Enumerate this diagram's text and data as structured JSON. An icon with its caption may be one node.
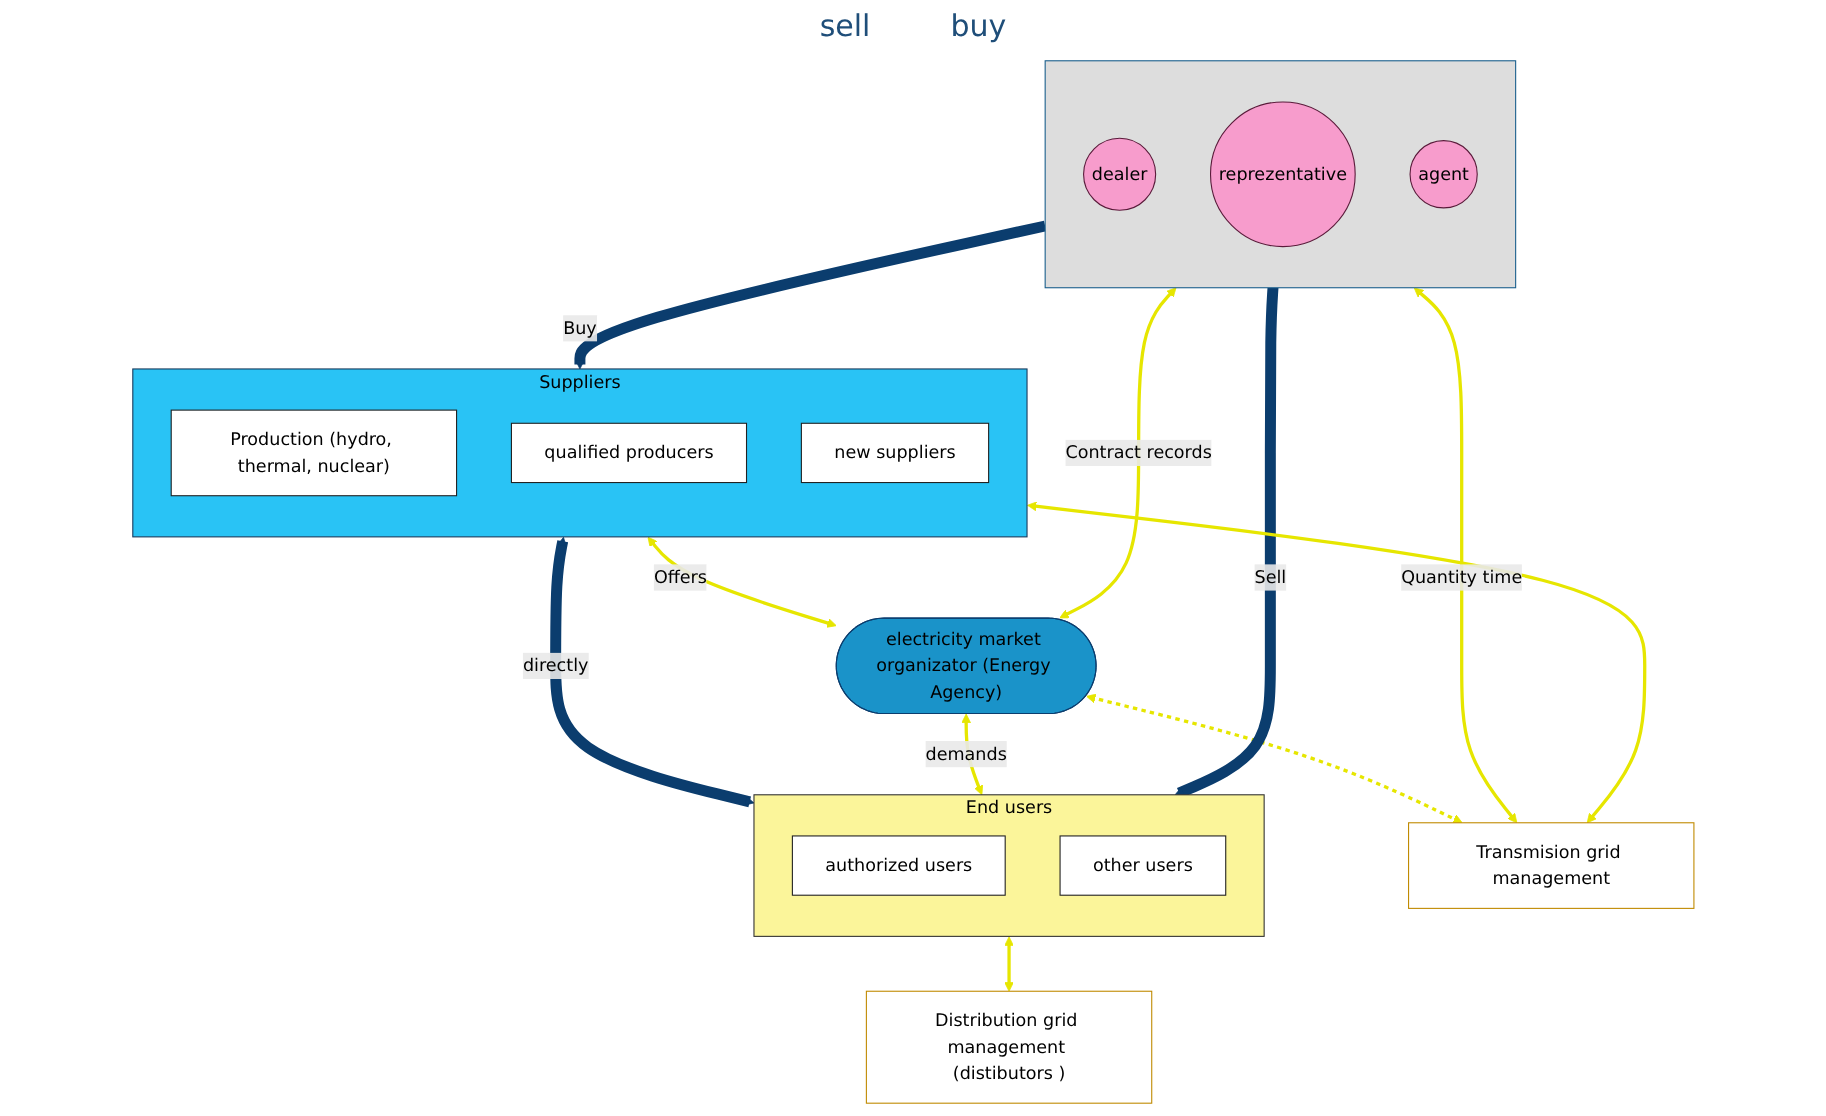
{
  "diagram": {
    "nodes": [
      {
        "text": [
          "Suppliers"
        ]
      },
      {
        "text": [
          "Production (hydro, thermal, nuclear)"
        ],
        "in": 0
      },
      {
        "text": [
          "qualified producers"
        ],
        "in": 0
      },
      {
        "text": [
          "new suppliers"
        ],
        "in": 0
      },
      {
        "text": [
          "End users"
        ]
      },
      {
        "text": [
          "authorized users"
        ],
        "in": 4
      },
      {
        "text": [
          "other users"
        ],
        "in": 4
      },
      {
        "text": [
          "electricity market organizator (Energy Agency)"
        ]
      },
      {
        "text": [],
        "shape": "box"
      },
      {
        "text": [
          "dealer"
        ],
        "in": 8
      },
      {
        "text": [
          "reprezentative"
        ],
        "in": 8
      },
      {
        "text": [
          "agent"
        ],
        "in": 8
      },
      {
        "text": [
          "Transmision grid management"
        ]
      },
      {
        "text": [
          "Distribution grid management (distibutors )"
        ]
      }
    ],
    "edges": [
      {
        "from": 0,
        "to": 4,
        "arrow": "both",
        "label": "directly",
        "style": "thick",
        "color": "#0b3d6e"
      },
      {
        "from": 0,
        "to": 7,
        "arrow": "both",
        "label": "Offers"
      },
      {
        "from": 7,
        "to": 4,
        "arrow": "both",
        "label": "demands"
      },
      {
        "from": 7,
        "to": 8,
        "arrow": "both",
        "label": "Contract records"
      },
      {
        "from": 7,
        "to": 12,
        "arrow": "both",
        "style": "dashed"
      },
      {
        "from": 8,
        "to": 12,
        "arrow": "both",
        "label": "Quantity time"
      },
      {
        "from": 8,
        "to": 0,
        "arrow": "to",
        "label": "Buy",
        "style": "thick",
        "color": "#0b3d6e"
      },
      {
        "from": 8,
        "to": 4,
        "arrow": "to",
        "label": "Sell",
        "style": "thick",
        "color": "#0b3d6e"
      },
      {
        "from": 0,
        "to": 12,
        "arrow": "both"
      },
      {
        "from": 4,
        "to": 13,
        "arrow": "both"
      }
    ],
    "labels": [
      "sell",
      "buy"
    ]
  }
}
